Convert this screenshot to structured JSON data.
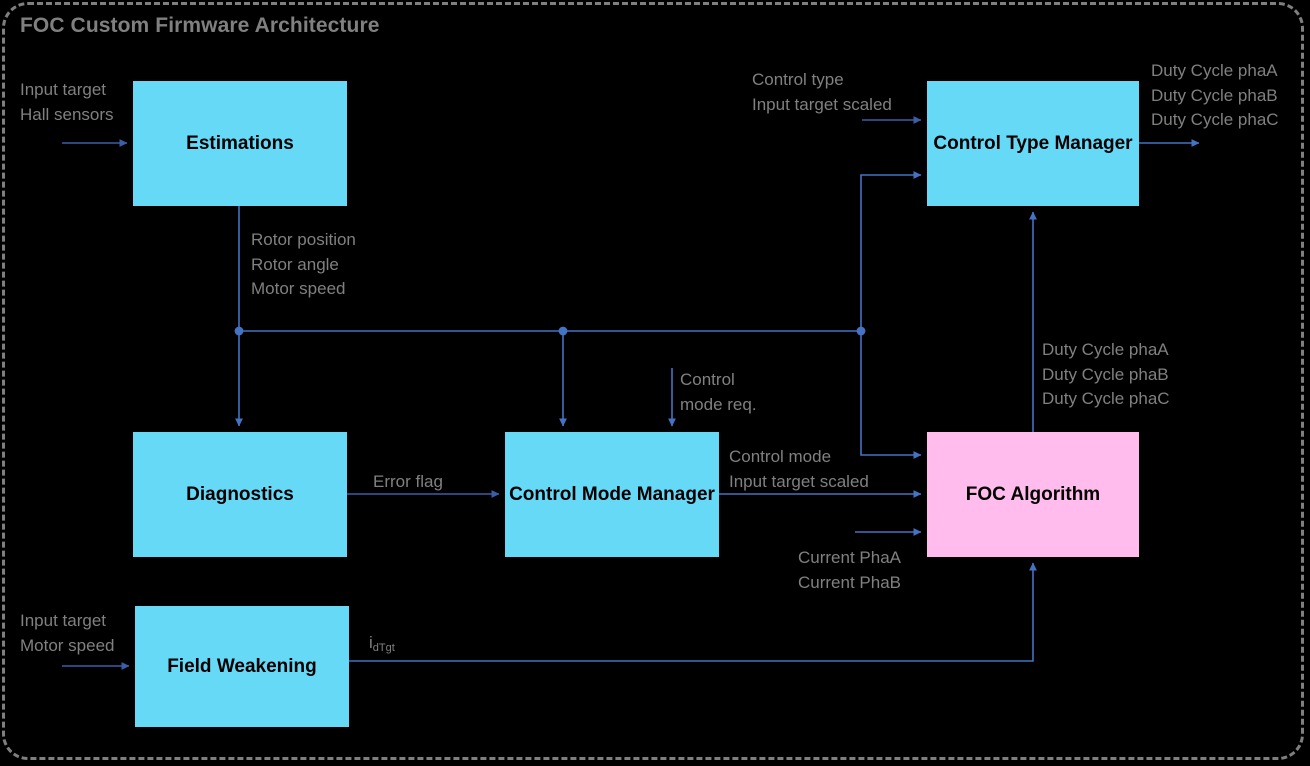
{
  "diagram": {
    "title": "FOC Custom Firmware Architecture",
    "colors": {
      "background": "#000000",
      "frame_border": "#7f7f7f",
      "block_blue": "#66D9F7",
      "block_pink": "#FFBCEC",
      "wire": "#4472C4",
      "label_text": "#808080",
      "block_text": "#000000"
    },
    "blocks": [
      {
        "id": "estimations",
        "label": "Estimations",
        "color": "blue"
      },
      {
        "id": "diagnostics",
        "label": "Diagnostics",
        "color": "blue"
      },
      {
        "id": "control_mode",
        "label": "Control Mode\nManager",
        "color": "blue"
      },
      {
        "id": "field_weak",
        "label": "Field Weakening",
        "color": "blue"
      },
      {
        "id": "control_type",
        "label": "Control Type\nManager",
        "color": "blue"
      },
      {
        "id": "foc",
        "label": "FOC\nAlgorithm",
        "color": "pink"
      }
    ],
    "labels": {
      "estimations_input": "Input target\nHall sensors",
      "estimations_output": "Rotor position\nRotor angle\nMotor speed",
      "control_type_input": "Control type\nInput target scaled",
      "control_type_output": "Duty Cycle phaA\nDuty Cycle phaB\nDuty Cycle phaC",
      "control_mode_req": "Control\nmode req.",
      "error_flag": "Error flag",
      "control_mode_output": "Control mode\nInput target scaled",
      "foc_duty_output": "Duty Cycle phaA\nDuty Cycle phaB\nDuty Cycle phaC",
      "foc_current_input": "Current PhaA\nCurrent PhaB",
      "field_weak_input": "Input target\nMotor speed",
      "field_weak_output_base": "i",
      "field_weak_output_sub": "dTgt"
    }
  }
}
